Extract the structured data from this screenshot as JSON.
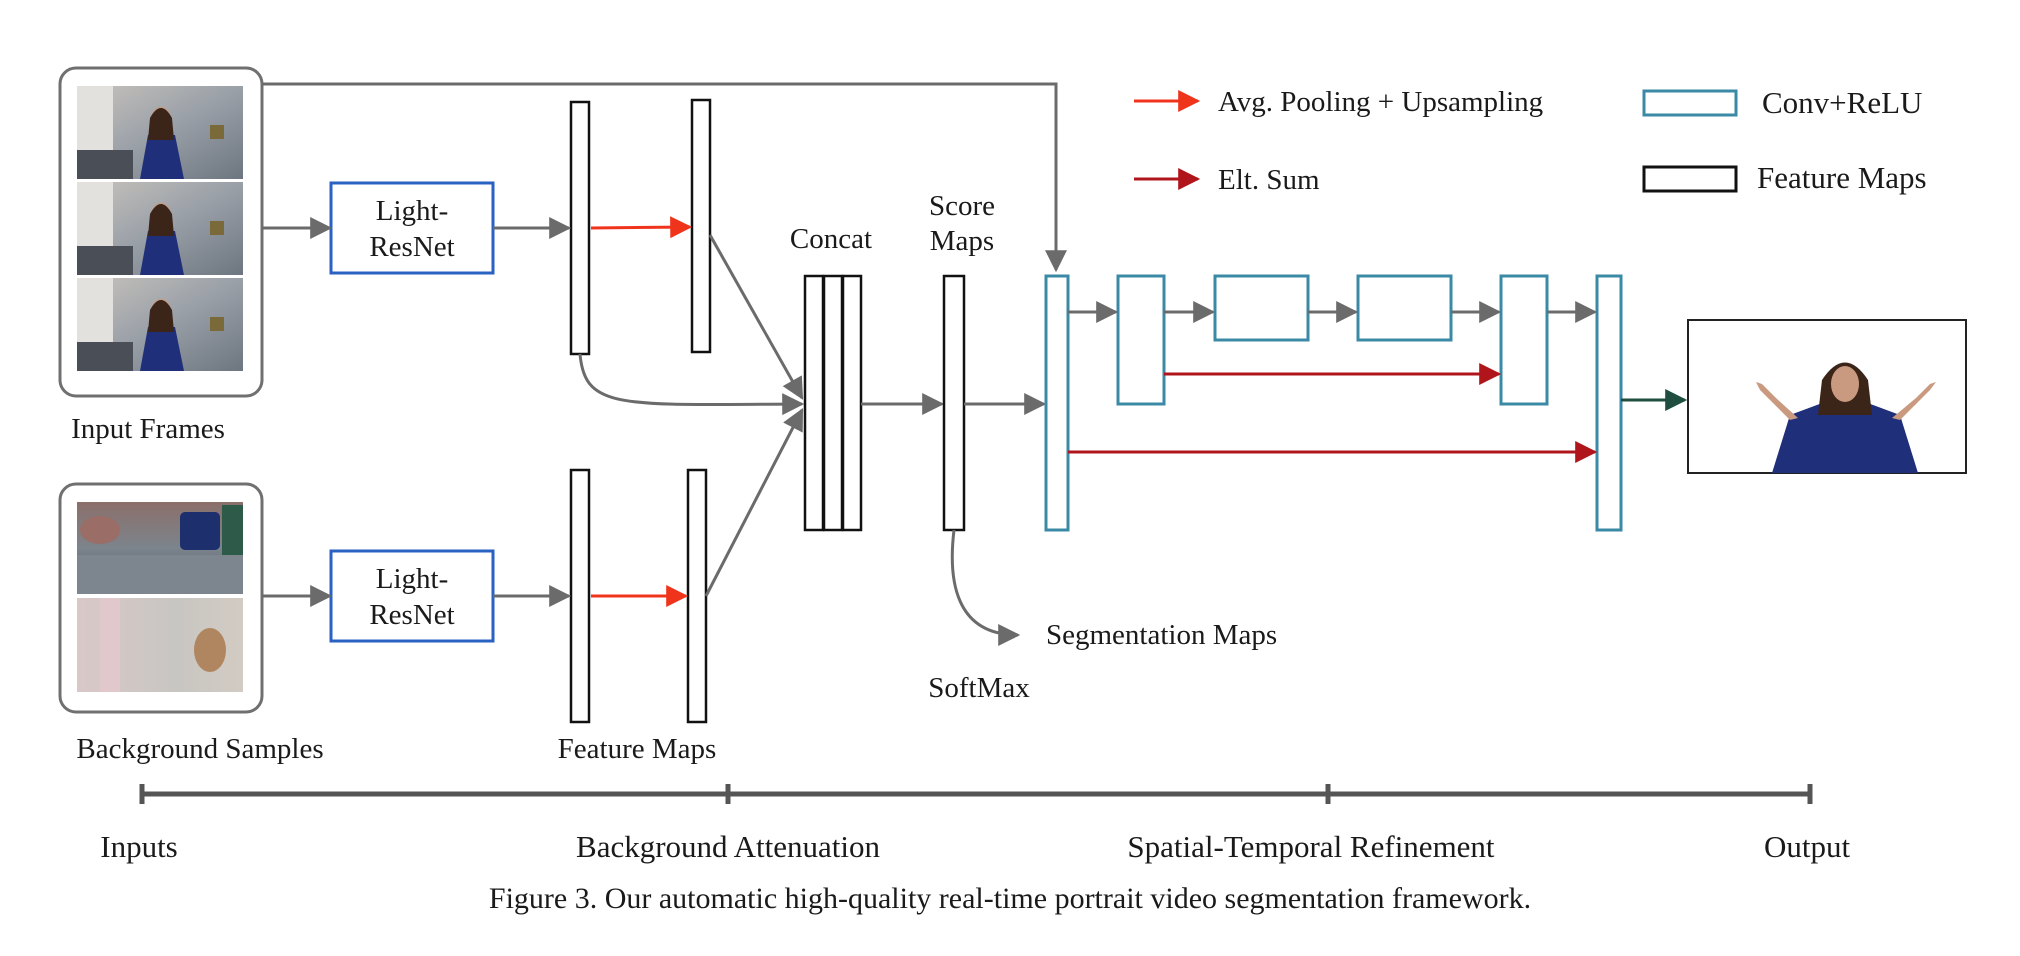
{
  "labels": {
    "input_frames": "Input Frames",
    "background_samples": "Background Samples",
    "light_resnet_top_line1": "Light-",
    "light_resnet_top_line2": "ResNet",
    "light_resnet_bottom_line1": "Light-",
    "light_resnet_bottom_line2": "ResNet",
    "feature_maps": "Feature Maps",
    "concat": "Concat",
    "score_maps_line1": "Score",
    "score_maps_line2": "Maps",
    "softmax": "SoftMax",
    "segmentation_maps": "Segmentation Maps"
  },
  "legend": {
    "avg_pooling": "Avg. Pooling + Upsampling",
    "elt_sum": "Elt. Sum",
    "conv_relu": "Conv+ReLU",
    "feature_maps": "Feature Maps"
  },
  "stages": {
    "inputs": "Inputs",
    "background_attenuation": "Background Attenuation",
    "spatial_temporal_refinement": "Spatial-Temporal Refinement",
    "output": "Output"
  },
  "caption": "Figure 3. Our automatic high-quality real-time portrait video segmentation framework.",
  "colors": {
    "resnet_box": "#2a62c4",
    "conv_box": "#3a8aa6",
    "avg_pool_arrow": "#f0341c",
    "elt_sum_arrow": "#b0151c",
    "gray_arrow": "#707070",
    "output_arrow": "#1f4d3f"
  }
}
